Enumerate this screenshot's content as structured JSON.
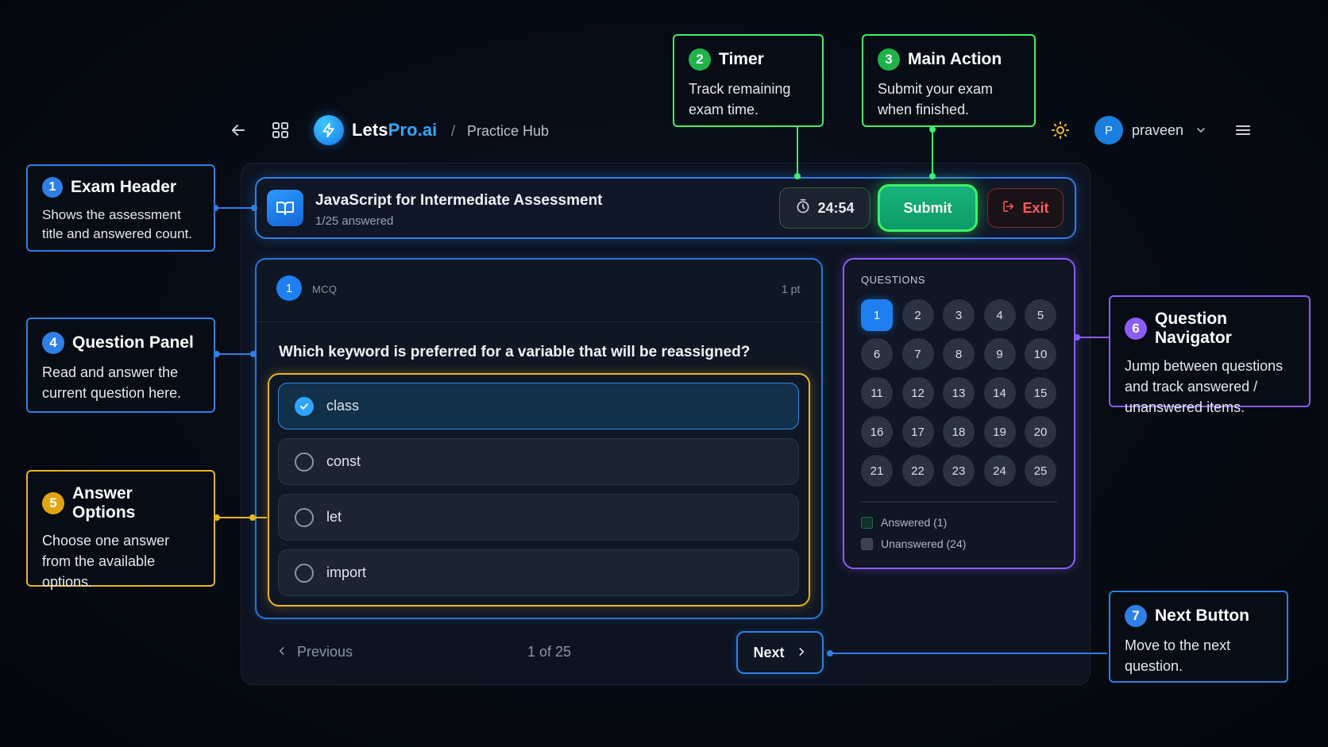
{
  "topbar": {
    "back_icon": "arrow-left-icon",
    "apps_icon": "grid-icon",
    "logo_text_primary": "Lets",
    "logo_text_accent": "Pro.ai",
    "breadcrumb_separator": "/",
    "breadcrumb": "Practice Hub",
    "theme_icon": "sun-icon",
    "user_initial": "P",
    "user_name": "praveen",
    "menu_icon": "hamburger-icon"
  },
  "exam": {
    "title": "JavaScript for Intermediate Assessment",
    "answered": "1/25 answered",
    "timer": "24:54",
    "submit_label": "Submit",
    "exit_label": "Exit"
  },
  "question": {
    "number": "1",
    "type": "MCQ",
    "points": "1 pt",
    "text": "Which keyword is preferred for a variable that will be reassigned?",
    "options": [
      {
        "label": "class",
        "selected": true
      },
      {
        "label": "const",
        "selected": false
      },
      {
        "label": "let",
        "selected": false
      },
      {
        "label": "import",
        "selected": false
      }
    ]
  },
  "footer": {
    "previous_label": "Previous",
    "page_indicator": "1 of 25",
    "next_label": "Next"
  },
  "navigator": {
    "title": "QUESTIONS",
    "questions": [
      "1",
      "2",
      "3",
      "4",
      "5",
      "6",
      "7",
      "8",
      "9",
      "10",
      "11",
      "12",
      "13",
      "14",
      "15",
      "16",
      "17",
      "18",
      "19",
      "20",
      "21",
      "22",
      "23",
      "24",
      "25"
    ],
    "current": "1",
    "legend_answered": "Answered (1)",
    "legend_unanswered": "Unanswered (24)"
  },
  "callouts": {
    "exam_header": {
      "num": "1",
      "title": "Exam Header",
      "body": "Shows the assessment title and answered count."
    },
    "timer": {
      "num": "2",
      "title": "Timer",
      "body": "Track remaining exam time."
    },
    "main_action": {
      "num": "3",
      "title": "Main Action",
      "body": "Submit your exam when finished."
    },
    "question_panel": {
      "num": "4",
      "title": "Question Panel",
      "body": "Read and answer the current question here."
    },
    "answer_options": {
      "num": "5",
      "title": "Answer Options",
      "body": "Choose one answer from the available options."
    },
    "question_navigator": {
      "num": "6",
      "title": "Question Navigator",
      "body": "Jump between questions and track answered / unanswered items."
    },
    "next_button": {
      "num": "7",
      "title": "Next Button",
      "body": "Move to the next question."
    }
  },
  "colors": {
    "blue_accent": "#2f7fe6",
    "green_accent": "#3df06a",
    "red_exit": "#ff5a5a",
    "yellow_options": "#e7b51f",
    "purple_navigator": "#8b5cf6"
  }
}
